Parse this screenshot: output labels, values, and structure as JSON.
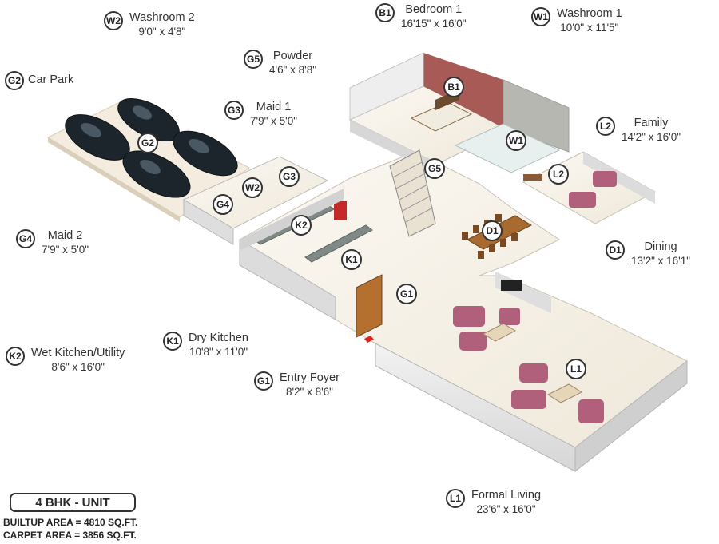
{
  "colors": {
    "floor": "#f4efe6",
    "wall": "#e3e3e3",
    "sofa": "#b0607a",
    "wood": "#b5702f",
    "car": "#1d252c",
    "accent_wall": "#a85a56"
  },
  "rooms": [
    {
      "code": "W2",
      "name": "Washroom 2",
      "dim": "9'0\" x 4'8\""
    },
    {
      "code": "B1",
      "name": "Bedroom 1",
      "dim": "16'15\" x 16'0\""
    },
    {
      "code": "W1",
      "name": "Washroom 1",
      "dim": "10'0\" x 11'5\""
    },
    {
      "code": "G5",
      "name": "Powder",
      "dim": "4'6\" x 8'8\""
    },
    {
      "code": "G2",
      "name": "Car Park",
      "dim": ""
    },
    {
      "code": "G3",
      "name": "Maid 1",
      "dim": "7'9\" x 5'0\""
    },
    {
      "code": "L2",
      "name": "Family",
      "dim": "14'2\" x 16'0\""
    },
    {
      "code": "G4",
      "name": "Maid 2",
      "dim": "7'9\" x 5'0\""
    },
    {
      "code": "D1",
      "name": "Dining",
      "dim": "13'2\" x 16'1\""
    },
    {
      "code": "K1",
      "name": "Dry Kitchen",
      "dim": "10'8\" x 11'0\""
    },
    {
      "code": "K2",
      "name": "Wet Kitchen/Utility",
      "dim": "8'6\" x 16'0\""
    },
    {
      "code": "G1",
      "name": "Entry Foyer",
      "dim": "8'2\" x 8'6\""
    },
    {
      "code": "L1",
      "name": "Formal Living",
      "dim": "23'6\" x 16'0\""
    }
  ],
  "plan_badges": [
    "B1",
    "W1",
    "G5",
    "L2",
    "D1",
    "G1",
    "L1",
    "K1",
    "K2",
    "G2",
    "W2",
    "G3",
    "G4"
  ],
  "unit": {
    "title": "4 BHK - UNIT",
    "builtup": "BUILTUP AREA = 4810 SQ.FT.",
    "carpet": "CARPET AREA = 3856 SQ.FT."
  }
}
